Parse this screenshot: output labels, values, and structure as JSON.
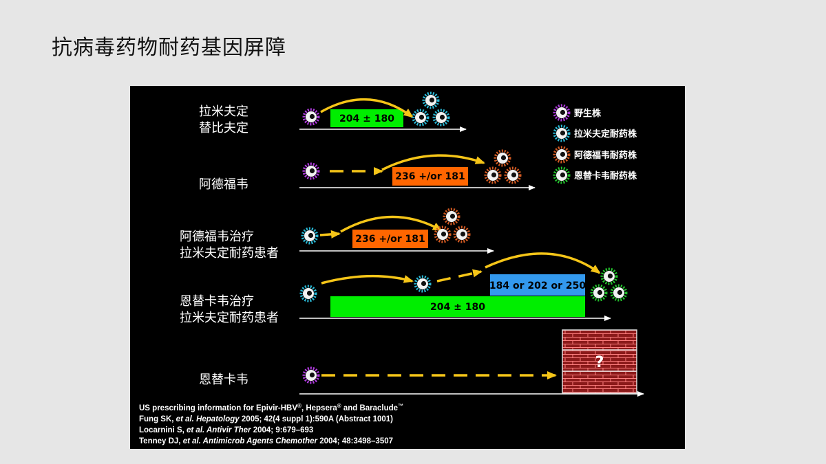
{
  "slide": {
    "title": "抗病毒药物耐药基因屏障"
  },
  "colors": {
    "wild": "#b13be0",
    "lam": "#29b9d6",
    "adv": "#d25a22",
    "etv": "#22c22c",
    "green_box": "#00ee00",
    "orange_box": "#ff6600",
    "blue_box": "#3399ee",
    "arrow": "#f5c518",
    "brick": "#8b1a1a"
  },
  "rows": [
    {
      "label_lines": [
        "拉米夫定",
        "替比夫定"
      ]
    },
    {
      "label_lines": [
        "阿德福韦"
      ]
    },
    {
      "label_lines": [
        "阿德福韦治疗",
        "拉米夫定耐药患者"
      ]
    },
    {
      "label_lines": [
        "恩替卡韦治疗",
        "拉米夫定耐药患者"
      ]
    },
    {
      "label_lines": [
        "恩替卡韦"
      ]
    }
  ],
  "boxes": {
    "lam_box": "204 ± 180",
    "adv_box": "236 +/or 181",
    "adv_lam_box": "236 +/or 181",
    "etv_blue_box": "184 or 202 or 250",
    "etv_green_box": "204 ± 180",
    "wall_mark": "?"
  },
  "legend": [
    {
      "label": "野生株",
      "icon": "wild-type-virus-icon"
    },
    {
      "label": "拉米夫定耐药株",
      "icon": "lamivudine-resistant-virus-icon"
    },
    {
      "label": "阿德福韦耐药株",
      "icon": "adefovir-resistant-virus-icon"
    },
    {
      "label": "恩替卡韦耐药株",
      "icon": "entecavir-resistant-virus-icon"
    }
  ],
  "references": {
    "ref1": {
      "a": "US prescribing information for Epivir-HBV",
      "b": ", Hepsera",
      "c": " and Baraclude",
      "tm": "™",
      "reg": "®"
    },
    "ref2": {
      "a": "Fung SK, ",
      "b": "et al. Hepatology",
      "c": " 2005; 42(4 suppl 1):590A (Abstract 1001)"
    },
    "ref3": {
      "a": "Locarnini S, ",
      "b": "et al. Antivir Ther",
      "c": " 2004; 9:679–693"
    },
    "ref4": {
      "a": "Tenney DJ, ",
      "b": "et al. Antimicrob Agents Chemother",
      "c": " 2004; 48:3498–3507"
    }
  }
}
